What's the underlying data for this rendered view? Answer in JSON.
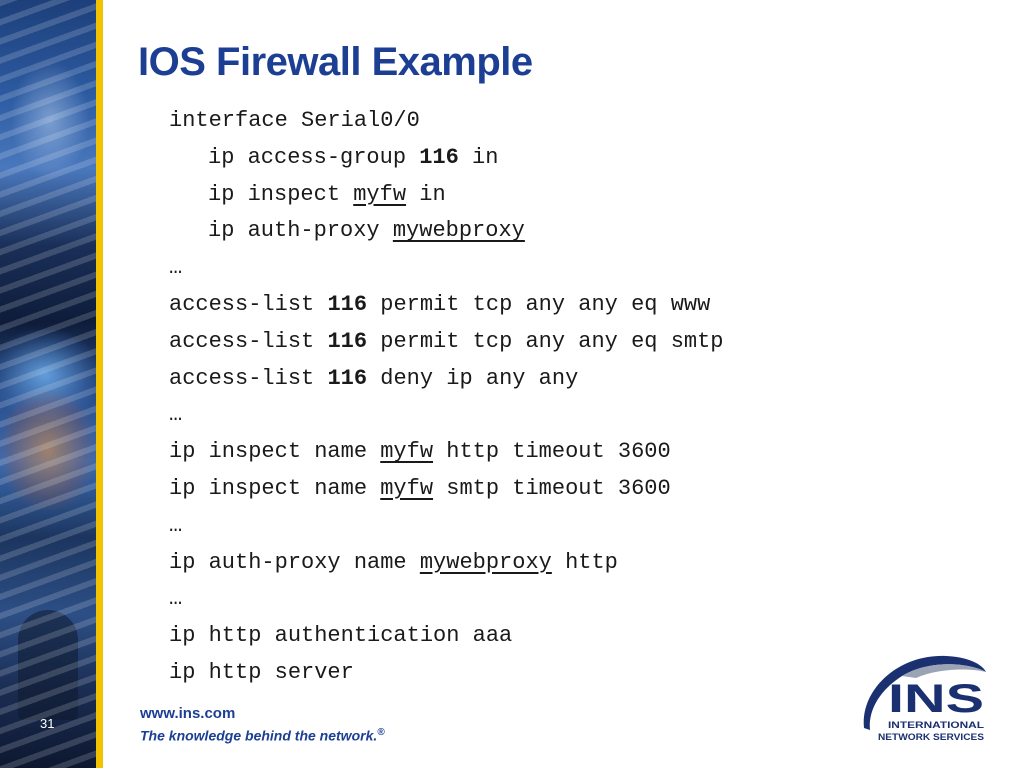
{
  "slide": {
    "title": "IOS Firewall Example",
    "page_number": "31"
  },
  "code_lines": [
    {
      "indent": false,
      "segments": [
        {
          "text": "interface Serial0/0"
        }
      ]
    },
    {
      "indent": true,
      "segments": [
        {
          "text": "ip access-group "
        },
        {
          "text": "116",
          "bold": true
        },
        {
          "text": " in"
        }
      ]
    },
    {
      "indent": true,
      "segments": [
        {
          "text": "ip inspect "
        },
        {
          "text": "myfw",
          "underline": true
        },
        {
          "text": " in"
        }
      ]
    },
    {
      "indent": true,
      "segments": [
        {
          "text": "ip auth-proxy "
        },
        {
          "text": "mywebproxy",
          "underline": true
        }
      ]
    },
    {
      "indent": false,
      "segments": [
        {
          "text": "…"
        }
      ]
    },
    {
      "indent": false,
      "segments": [
        {
          "text": "access-list "
        },
        {
          "text": "116",
          "bold": true
        },
        {
          "text": " permit tcp any any eq www"
        }
      ]
    },
    {
      "indent": false,
      "segments": [
        {
          "text": "access-list "
        },
        {
          "text": "116",
          "bold": true
        },
        {
          "text": " permit tcp any any eq smtp"
        }
      ]
    },
    {
      "indent": false,
      "segments": [
        {
          "text": "access-list "
        },
        {
          "text": "116",
          "bold": true
        },
        {
          "text": " deny ip any any"
        }
      ]
    },
    {
      "indent": false,
      "segments": [
        {
          "text": "…"
        }
      ]
    },
    {
      "indent": false,
      "segments": [
        {
          "text": "ip inspect name "
        },
        {
          "text": "myfw",
          "underline": true
        },
        {
          "text": " http timeout 3600"
        }
      ]
    },
    {
      "indent": false,
      "segments": [
        {
          "text": "ip inspect name "
        },
        {
          "text": "myfw",
          "underline": true
        },
        {
          "text": " smtp timeout 3600"
        }
      ]
    },
    {
      "indent": false,
      "segments": [
        {
          "text": "…"
        }
      ]
    },
    {
      "indent": false,
      "segments": [
        {
          "text": "ip auth-proxy name "
        },
        {
          "text": "mywebproxy",
          "underline": true
        },
        {
          "text": " http"
        }
      ]
    },
    {
      "indent": false,
      "segments": [
        {
          "text": "…"
        }
      ]
    },
    {
      "indent": false,
      "segments": [
        {
          "text": "ip http authentication aaa"
        }
      ]
    },
    {
      "indent": false,
      "segments": [
        {
          "text": "ip http server"
        }
      ]
    }
  ],
  "footer": {
    "url": "www.ins.com",
    "tagline": "The knowledge behind the network.",
    "registered_mark": "®"
  },
  "logo": {
    "wordmark": "INS",
    "line1": "INTERNATIONAL",
    "line2": "NETWORK SERVICES"
  },
  "colors": {
    "title_blue": "#1c3f94",
    "accent_gold": "#f2c200",
    "logo_navy": "#1b3070",
    "logo_gray": "#9aa4b4"
  }
}
